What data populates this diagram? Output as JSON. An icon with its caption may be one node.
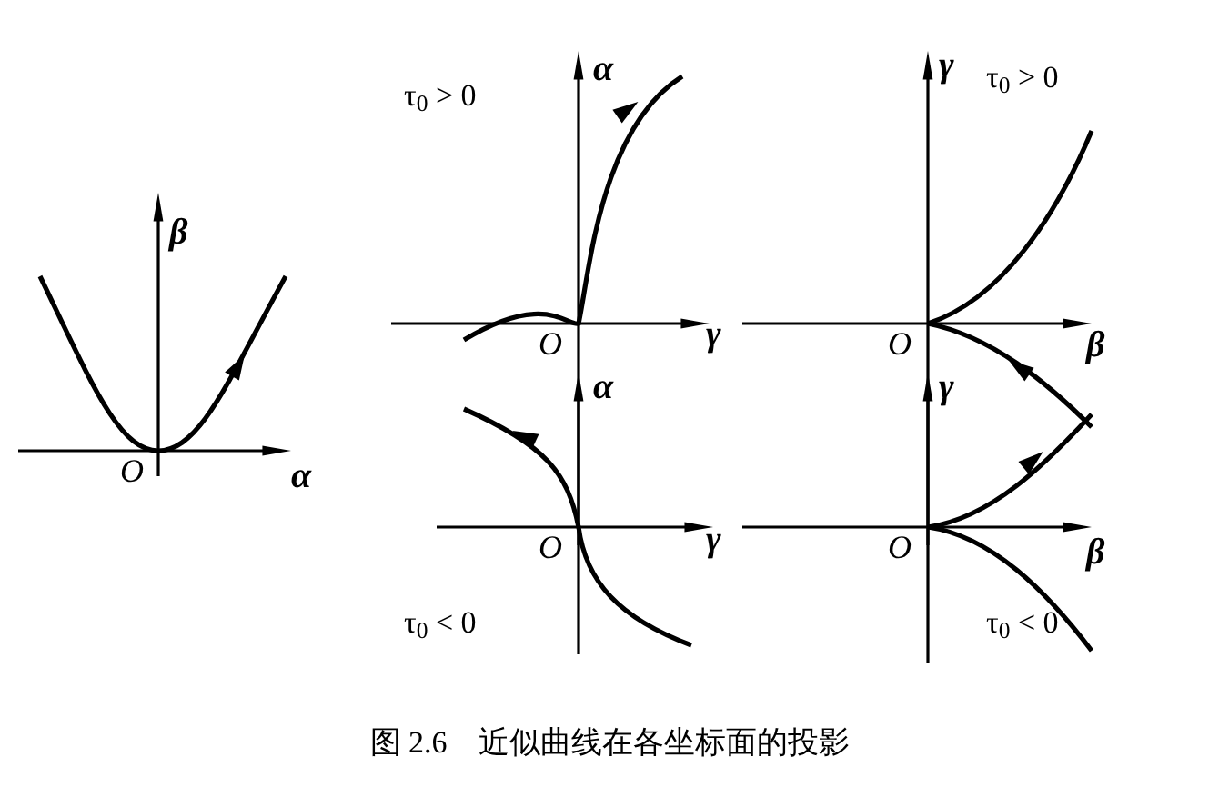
{
  "diagram": {
    "caption": "图 2.6　近似曲线在各坐标面的投影",
    "labels": [
      "β",
      "O",
      "α",
      "τ$_{0}$ > 0",
      "α",
      "O",
      "γ",
      "γ",
      "τ$_{0}$ > 0",
      "O",
      "β",
      "α",
      "O",
      "γ",
      "τ$_{0}$ < 0",
      "γ",
      "O",
      "β",
      "τ$_{0}$ < 0"
    ]
  }
}
